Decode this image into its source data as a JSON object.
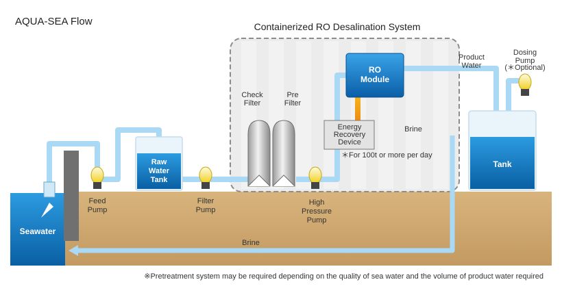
{
  "title": "AQUA-SEA Flow",
  "system_title": "Containerized RO Desalination System",
  "labels": {
    "seawater": "Seawater",
    "feed_pump_1": "Feed",
    "feed_pump_2": "Pump",
    "raw_tank_1": "Raw",
    "raw_tank_2": "Water",
    "raw_tank_3": "Tank",
    "filter_pump_1": "Filter",
    "filter_pump_2": "Pump",
    "check_filter_1": "Check",
    "check_filter_2": "Filter",
    "pre_filter_1": "Pre",
    "pre_filter_2": "Filter",
    "ro_module_1": "RO",
    "ro_module_2": "Module",
    "erd_1": "Energy",
    "erd_2": "Recovery",
    "erd_3": "Device",
    "erd_note": "＊For 100t or more per day",
    "hp_pump_1": "High",
    "hp_pump_2": "Pressure",
    "hp_pump_3": "Pump",
    "brine_upper": "Brine",
    "brine_lower": "Brine",
    "product_water_1": "Product",
    "product_water_2": "Water",
    "dosing_pump_1": "Dosing",
    "dosing_pump_2": "Pump",
    "dosing_pump_3": "(＊Optional)",
    "tank": "Tank"
  },
  "footnote": "※Pretreatment system may be required depending on the quality of sea water and the volume of product water required",
  "colors": {
    "pipe": "#a9d9f5",
    "brine_pipe": "#8a8a8a",
    "ground": "#c9a26b",
    "water_dark": "#0b6db3",
    "water_light": "#2b9be0",
    "container_border": "#9a9a9a",
    "pump_yellow": "#f6df3a"
  }
}
